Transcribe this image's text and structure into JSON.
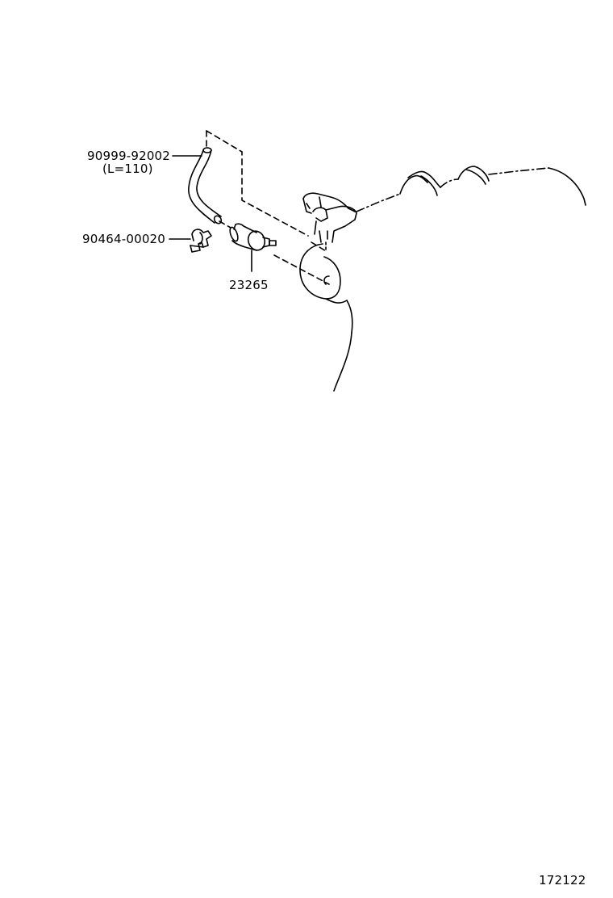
{
  "parts": [
    {
      "part_number": "90999-92002",
      "note": "(L=110)",
      "icon": "vacuum-hose"
    },
    {
      "part_number": "90464-00020",
      "icon": "hose-clamp"
    },
    {
      "part_number": "23265",
      "icon": "fuel-filter"
    }
  ],
  "diagram_number": "172122",
  "colors": {
    "line": "#000000",
    "background": "#ffffff"
  }
}
